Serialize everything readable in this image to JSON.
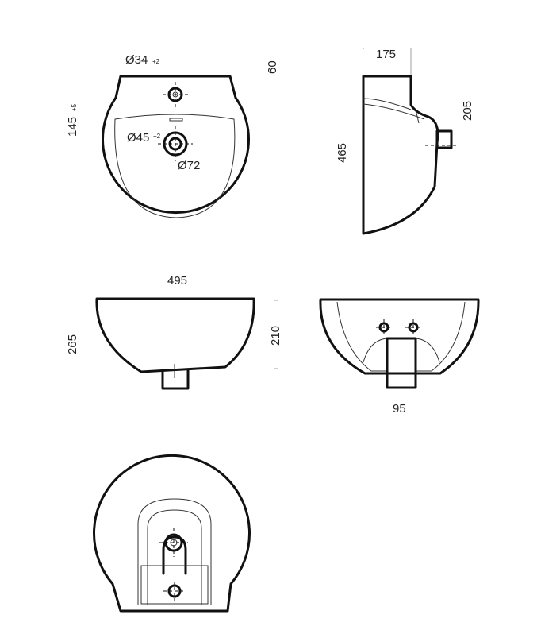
{
  "labels": {
    "d34": "Ø34",
    "d34_tol": "+2",
    "d45": "Ø45",
    "d45_tol": "+2",
    "d72": "Ø72",
    "h145": "145",
    "h145_tol": "+5",
    "d60": "60",
    "d175": "175",
    "d205": "205",
    "d465": "465",
    "d495": "495",
    "d265": "265",
    "d210": "210",
    "d95": "95"
  }
}
